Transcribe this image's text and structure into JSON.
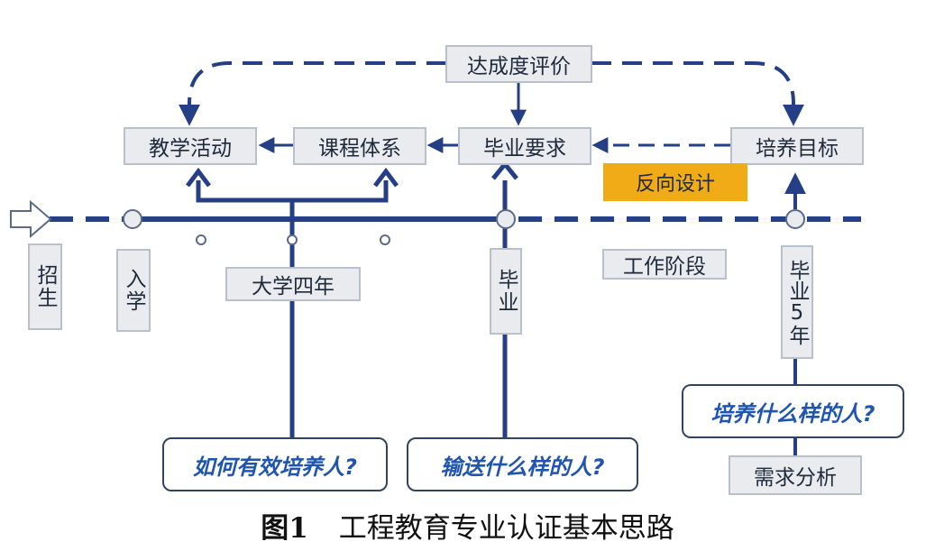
{
  "top": {
    "evaluation": "达成度评价"
  },
  "process": {
    "teaching": "教学活动",
    "curriculum": "课程体系",
    "graduation_requirements": "毕业要求",
    "training_objectives": "培养目标"
  },
  "reverse_design": "反向设计",
  "timeline": {
    "enrollment": "招生",
    "admission": "入学",
    "four_years": "大学四年",
    "graduation": "毕业",
    "work_stage": "工作阶段",
    "five_years_after": "毕业5年"
  },
  "questions": {
    "q1": "如何有效培养人?",
    "q2": "输送什么样的人?",
    "q3": "培养什么样的人?"
  },
  "needs_analysis": "需求分析",
  "caption": {
    "figure_no": "图1",
    "title": "工程教育专业认证基本思路"
  },
  "colors": {
    "line": "#243f86",
    "accent": "#f0ab16",
    "box_fill": "#e9ebee"
  }
}
